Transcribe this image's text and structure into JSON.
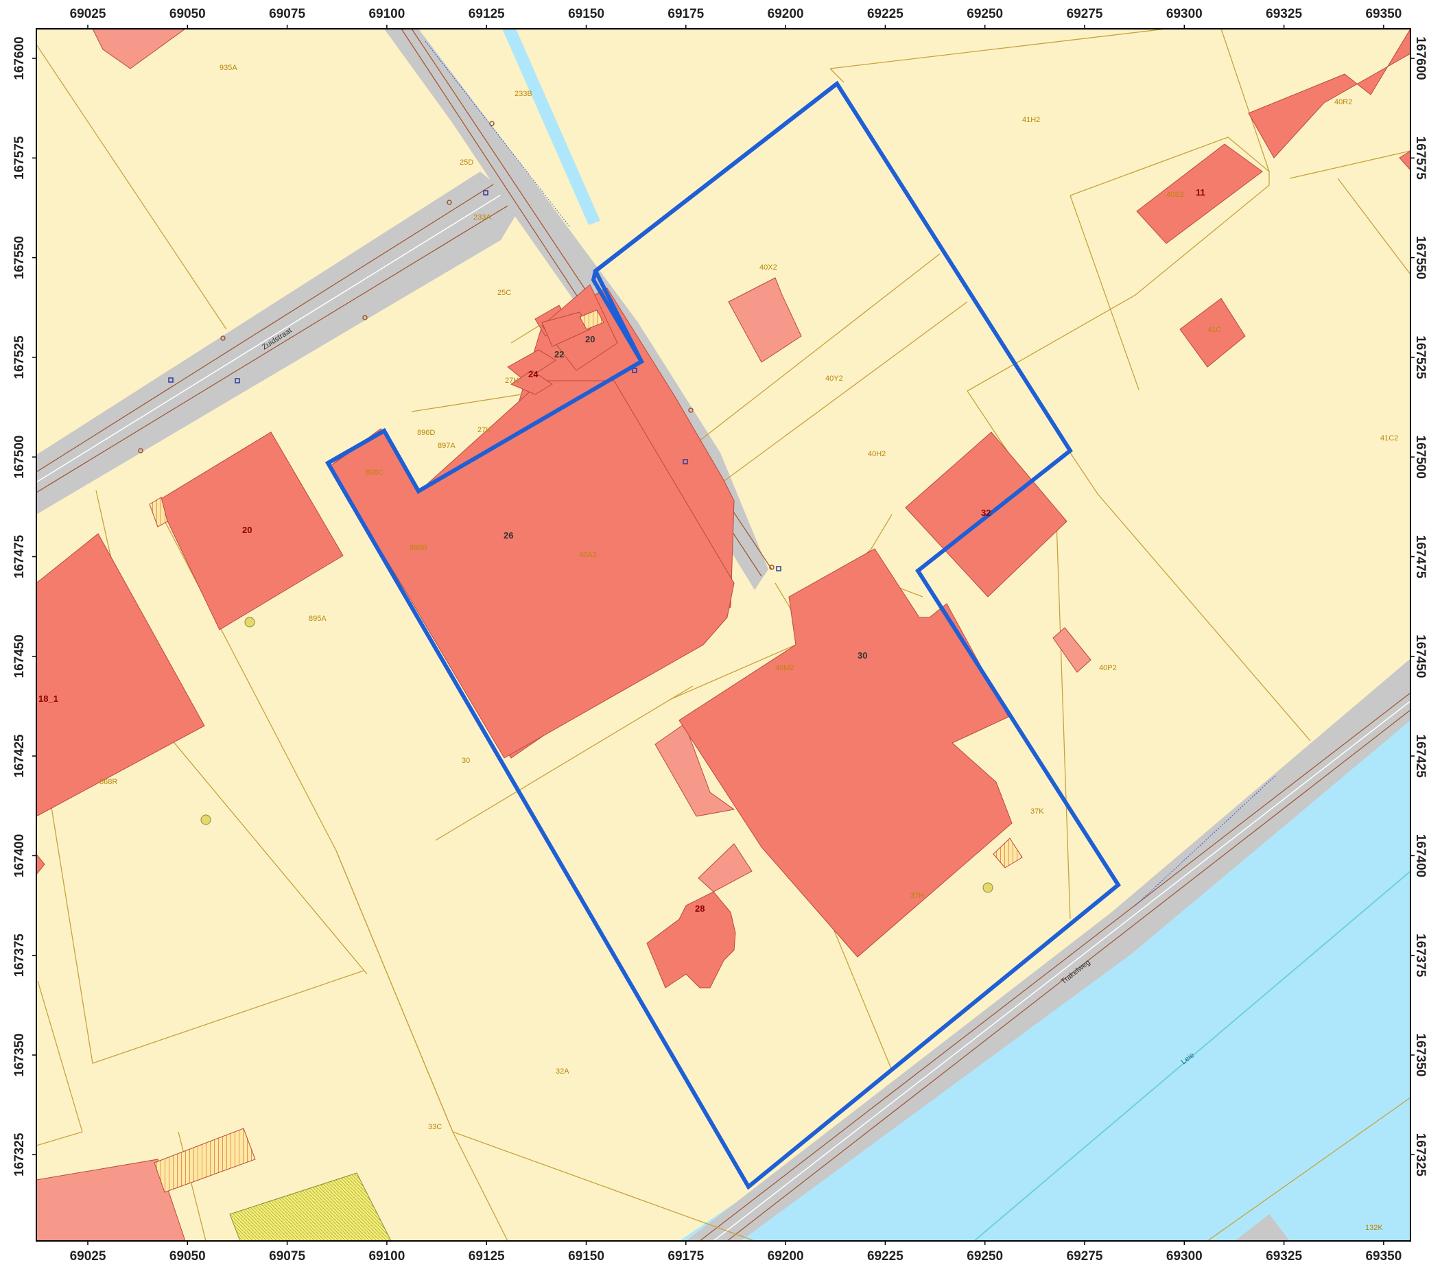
{
  "map": {
    "x_ticks": [
      "69025",
      "69050",
      "69075",
      "69100",
      "69125",
      "69150",
      "69175",
      "69200",
      "69225",
      "69250",
      "69275",
      "69300",
      "69325",
      "69350"
    ],
    "y_ticks": [
      "167600",
      "167575",
      "167550",
      "167525",
      "167500",
      "167475",
      "167450",
      "167425",
      "167400",
      "167375",
      "167350",
      "167325"
    ],
    "colors": {
      "parcel_fill": "#fdf2c5",
      "parcel_line": "#c8a23c",
      "building_fill": "#f47c6c",
      "outbuilding_fill": "#f6998a",
      "road_fill": "#c8c8c8",
      "water_fill": "#aee7fb",
      "study_area_outline": "#1f5fd6"
    },
    "streets": {
      "zuidstraat": "Zuidstraat",
      "trakelweg": "Trakelweg"
    },
    "water": {
      "leie": "Leie"
    },
    "parcel_labels": {
      "p935A": "935A",
      "p233B": "233B",
      "p25D": "25D",
      "p233A": "233A",
      "p25C": "25C",
      "p41H2": "41H2",
      "p40R2": "40R2",
      "p40S2": "40S2",
      "p40X2": "40X2",
      "p41C": "41C",
      "p40Y2": "40Y2",
      "p40H2": "40H2",
      "p41C2": "41C2",
      "p27H": "27H",
      "p896D": "896D",
      "p897A": "897A",
      "p27K": "27K",
      "p898C": "898C",
      "p898B": "898B",
      "p40A3": "40A3",
      "p895A": "895A",
      "p40M2": "40M2",
      "p40P2": "40P2",
      "p868R": "868R",
      "p30": "30",
      "p37K": "37K",
      "p37H": "37H",
      "p32A": "32A",
      "p33C": "33C",
      "p132K": "132K"
    },
    "house_numbers": {
      "h22": "22",
      "h20a": "20",
      "h24": "24",
      "h20b": "20",
      "h26": "26",
      "h30": "30",
      "h32": "32",
      "h28": "28",
      "h11": "11",
      "h18_1": "18_1"
    }
  }
}
